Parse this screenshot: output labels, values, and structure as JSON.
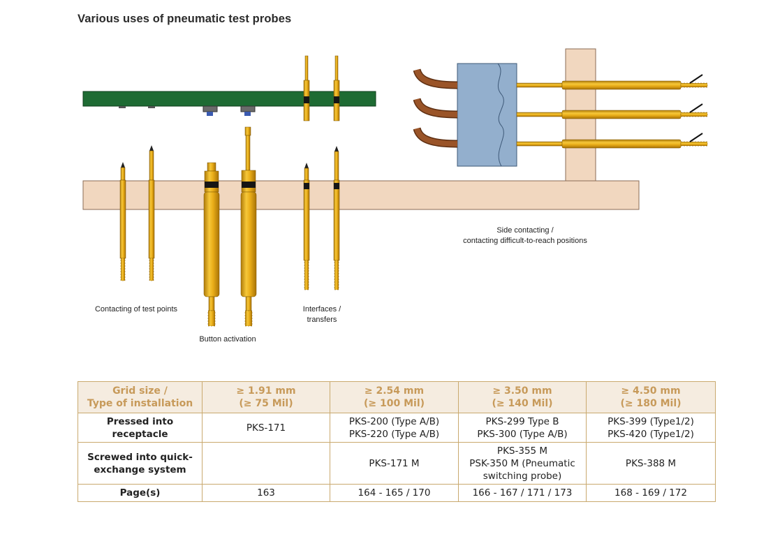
{
  "title": "Various uses of pneumatic test probes",
  "captions": {
    "test_points": "Contacting of test points",
    "button": "Button activation",
    "interfaces_l1": "Interfaces /",
    "interfaces_l2": "transfers",
    "side_l1": "Side contacting /",
    "side_l2": "contacting difficult-to-reach positions"
  },
  "colors": {
    "pcb": "#1e6b33",
    "fixture_plate": "#f1d7bf",
    "receptacle_block": "#93afcd",
    "probe_body": "#e7ab17",
    "cable": "#8b4a21",
    "table_header_bg": "#f5ece0",
    "table_header_text": "#c79a5a",
    "table_border": "#c9a96e"
  },
  "table": {
    "header": {
      "c0_l1": "Grid size  /",
      "c0_l2": "Type of installation",
      "c1_l1": "≥ 1.91 mm",
      "c1_l2": "(≥ 75 Mil)",
      "c2_l1": "≥ 2.54 mm",
      "c2_l2": "(≥ 100 Mil)",
      "c3_l1": "≥ 3.50 mm",
      "c3_l2": "(≥ 140 Mil)",
      "c4_l1": "≥ 4.50 mm",
      "c4_l2": "(≥ 180 Mil)"
    },
    "row_pressed": {
      "label": "Pressed into receptacle",
      "c1": "PKS-171",
      "c2_l1": "PKS-200 (Type A/B)",
      "c2_l2": "PKS-220 (Type A/B)",
      "c3_l1": "PKS-299 Type B",
      "c3_l2": "PKS-300 (Type A/B)",
      "c4_l1": "PKS-399 (Type1/2)",
      "c4_l2": "PKS-420 (Type1/2)"
    },
    "row_screwed": {
      "label_l1": "Screwed into quick-",
      "label_l2": "exchange system",
      "c1": "",
      "c2": "PKS-171 M",
      "c3_l1": "PKS-355 M",
      "c3_l2": "PSK-350 M (Pneumatic",
      "c3_l3": "switching probe)",
      "c4": "PKS-388 M"
    },
    "row_pages": {
      "label": "Page(s)",
      "c1": "163",
      "c2": "164 - 165 / 170",
      "c3": "166 - 167 / 171 / 173",
      "c4": "168 - 169 / 172"
    }
  }
}
